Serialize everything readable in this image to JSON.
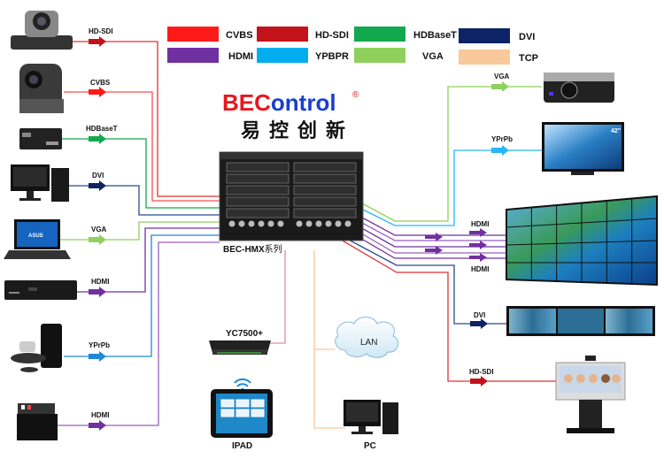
{
  "legend": [
    {
      "label": "CVBS",
      "color": "#ff1a1a"
    },
    {
      "label": "HD-SDI",
      "color": "#c4121a"
    },
    {
      "label": "HDBaseT",
      "color": "#12a84e"
    },
    {
      "label": "DVI",
      "color": "#0c2466"
    },
    {
      "label": "HDMI",
      "color": "#7030a0"
    },
    {
      "label": "YPBPR",
      "color": "#00aeef"
    },
    {
      "label": "VGA",
      "color": "#8fd15c"
    },
    {
      "label": "TCP",
      "color": "#f9c89b"
    }
  ],
  "brand": {
    "name_red": "BEC",
    "name_blue": "ontrol",
    "registered": "®",
    "slogan": "易控创新"
  },
  "matrix": {
    "label_bold": "BEC-HMX",
    "label_suffix": "系列"
  },
  "inputs": [
    {
      "device": "HD camera",
      "signal": "HD-SDI",
      "color": "#c4121a"
    },
    {
      "device": "PTZ camera",
      "signal": "CVBS",
      "color": "#ff3333"
    },
    {
      "device": "HDBaseT receiver",
      "signal": "HDBaseT",
      "color": "#12a84e"
    },
    {
      "device": "Desktop PC",
      "signal": "DVI",
      "color": "#2a4a8a"
    },
    {
      "device": "Laptop",
      "signal": "VGA",
      "color": "#8fd15c"
    },
    {
      "device": "Set-top box",
      "signal": "HDMI",
      "color": "#7030a0"
    },
    {
      "device": "Video conference system",
      "signal": "YPrPb",
      "color": "#1e88d8"
    },
    {
      "device": "Table connection box",
      "signal": "HDMI",
      "color": "#7030a0"
    }
  ],
  "outputs": [
    {
      "device": "Projector",
      "signal": "VGA",
      "color": "#8fd15c"
    },
    {
      "device": "42\" display",
      "signal": "YPrPb",
      "color": "#29b6f6",
      "badge": "42\""
    },
    {
      "device": "Video wall",
      "signal_top": "HDMI",
      "signal_bottom": "HDMI",
      "color": "#7030a0"
    },
    {
      "device": "Curved triple display",
      "signal": "DVI",
      "color": "#0c2466"
    },
    {
      "device": "Video conference terminal",
      "signal": "HD-SDI",
      "color": "#c4121a"
    }
  ],
  "control": {
    "controller": "YC7500+",
    "network": "LAN",
    "tablet": "IPAD",
    "pc": "PC"
  }
}
